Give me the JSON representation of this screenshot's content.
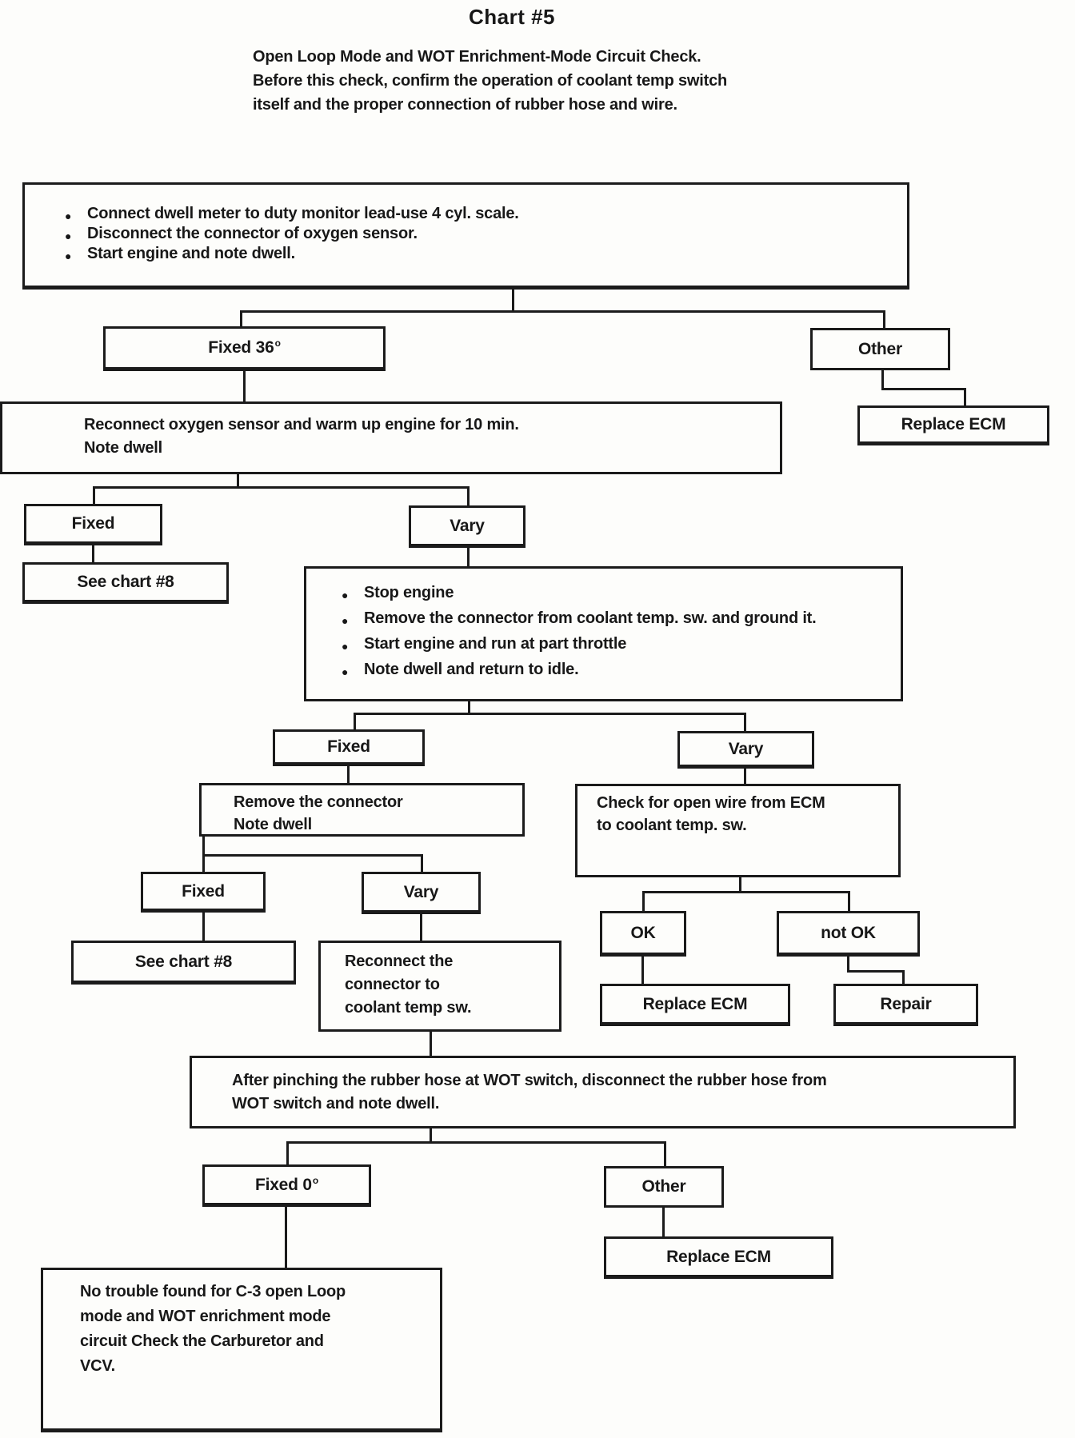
{
  "title": "Chart #5",
  "intro": {
    "line1": "Open Loop Mode and WOT Enrichment-Mode Circuit Check.",
    "line2": "Before this check, confirm the operation of coolant temp switch",
    "line3": "itself and the proper connection of rubber hose and wire."
  },
  "colors": {
    "ink": "#1b1b1b",
    "paper": "#fdfdfb"
  },
  "boxes": {
    "start": {
      "bullets": [
        "Connect dwell meter to duty monitor lead-use 4 cyl. scale.",
        "Disconnect the connector of oxygen sensor.",
        "Start engine and note dwell."
      ]
    },
    "fixed36": {
      "main": "Fixed 36",
      "sup": "o"
    },
    "other1": {
      "label": "Other"
    },
    "replace_ecm_1": {
      "label": "Replace ECM"
    },
    "reconnect_o2": {
      "line1": "Reconnect oxygen sensor and warm up engine for 10 min.",
      "line2": "Note dwell"
    },
    "fixed_a": {
      "label": "Fixed"
    },
    "vary_a": {
      "label": "Vary"
    },
    "see_chart8_a": {
      "label": "See chart #8"
    },
    "coolant_steps": {
      "bullets": [
        "Stop engine",
        "Remove the connector from coolant temp. sw. and ground it.",
        "Start engine and run at part throttle",
        "Note dwell and return to idle."
      ]
    },
    "fixed_b": {
      "label": "Fixed"
    },
    "vary_b": {
      "label": "Vary"
    },
    "remove_connector": {
      "line1": "Remove the connector",
      "line2": "Note dwell"
    },
    "check_open_wire": {
      "line1": "Check for open wire from ECM",
      "line2": "to coolant temp. sw."
    },
    "fixed_c": {
      "label": "Fixed"
    },
    "vary_c": {
      "label": "Vary"
    },
    "see_chart8_b": {
      "label": "See chart #8"
    },
    "reconnect_coolant": {
      "line1": "Reconnect the",
      "line2": "connector to",
      "line3": "coolant temp sw."
    },
    "ok": {
      "label": "OK"
    },
    "not_ok": {
      "label": "not OK"
    },
    "replace_ecm_2": {
      "label": "Replace ECM"
    },
    "repair": {
      "label": "Repair"
    },
    "wot_check": {
      "line1": "After pinching the rubber hose at WOT switch, disconnect the rubber hose from",
      "line2": "WOT switch and note dwell."
    },
    "fixed0": {
      "main": "Fixed 0",
      "sup": "o"
    },
    "other2": {
      "label": "Other"
    },
    "replace_ecm_3": {
      "label": "Replace ECM"
    },
    "no_trouble": {
      "line1": "No trouble found for C-3 open Loop",
      "line2": "mode and WOT enrichment mode",
      "line3": "circuit Check the Carburetor and",
      "line4": "VCV."
    }
  }
}
